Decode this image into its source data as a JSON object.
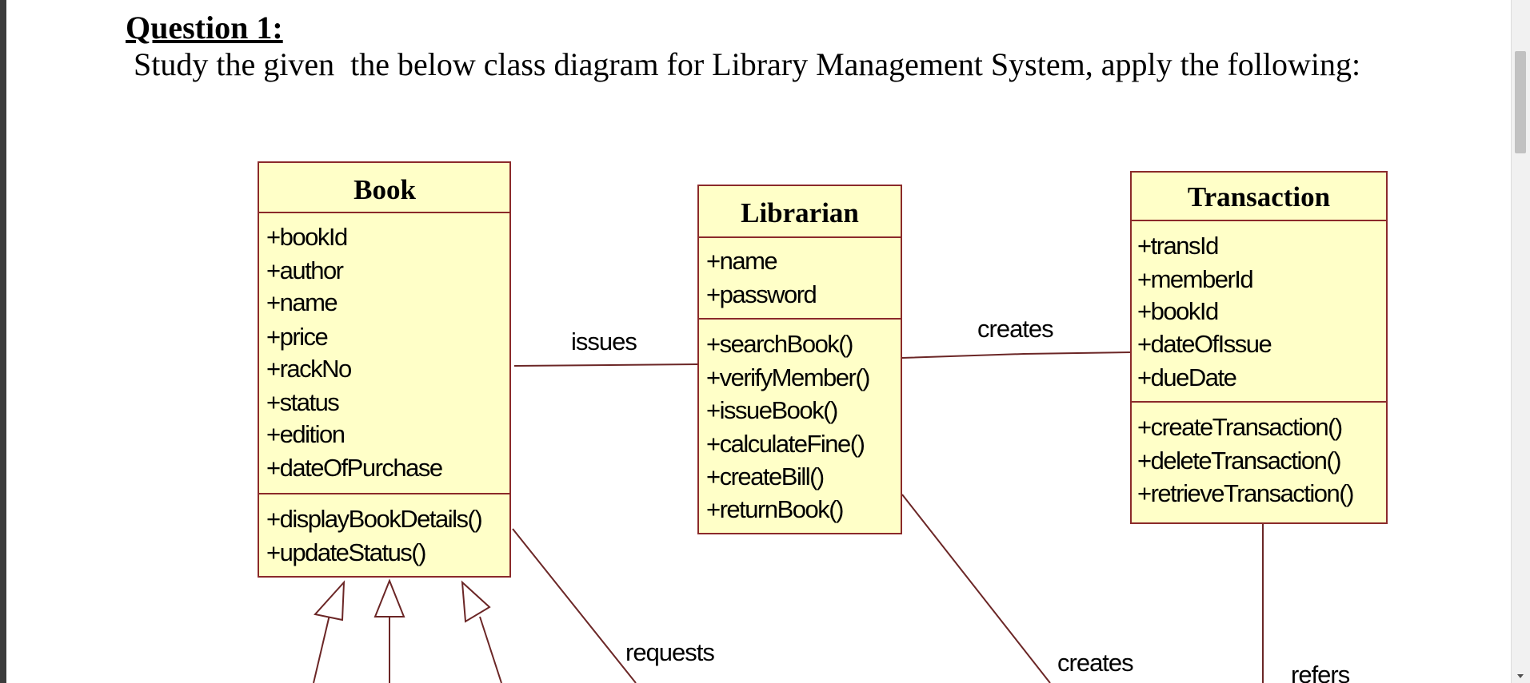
{
  "question": {
    "heading": "Question 1:",
    "instruction": "Study the given  the below class diagram for Library Management System, apply the following:"
  },
  "diagram": {
    "classes": {
      "book": {
        "name": "Book",
        "attributes": [
          "+bookId",
          "+author",
          "+name",
          "+price",
          "+rackNo",
          "+status",
          "+edition",
          "+dateOfPurchase"
        ],
        "methods": [
          "+displayBookDetails()",
          "+updateStatus()"
        ]
      },
      "librarian": {
        "name": "Librarian",
        "attributes": [
          "+name",
          "+password"
        ],
        "methods": [
          "+searchBook()",
          "+verifyMember()",
          "+issueBook()",
          "+calculateFine()",
          "+createBill()",
          "+returnBook()"
        ]
      },
      "transaction": {
        "name": "Transaction",
        "attributes": [
          "+transId",
          "+memberId",
          "+bookId",
          "+dateOfIssue",
          "+dueDate"
        ],
        "methods": [
          "+createTransaction()",
          "+deleteTransaction()",
          "+retrieveTransaction()"
        ]
      }
    },
    "associations": {
      "issues": "issues",
      "creates_top": "creates",
      "requests": "requests",
      "creates_bottom": "creates",
      "refers": "refers"
    }
  }
}
